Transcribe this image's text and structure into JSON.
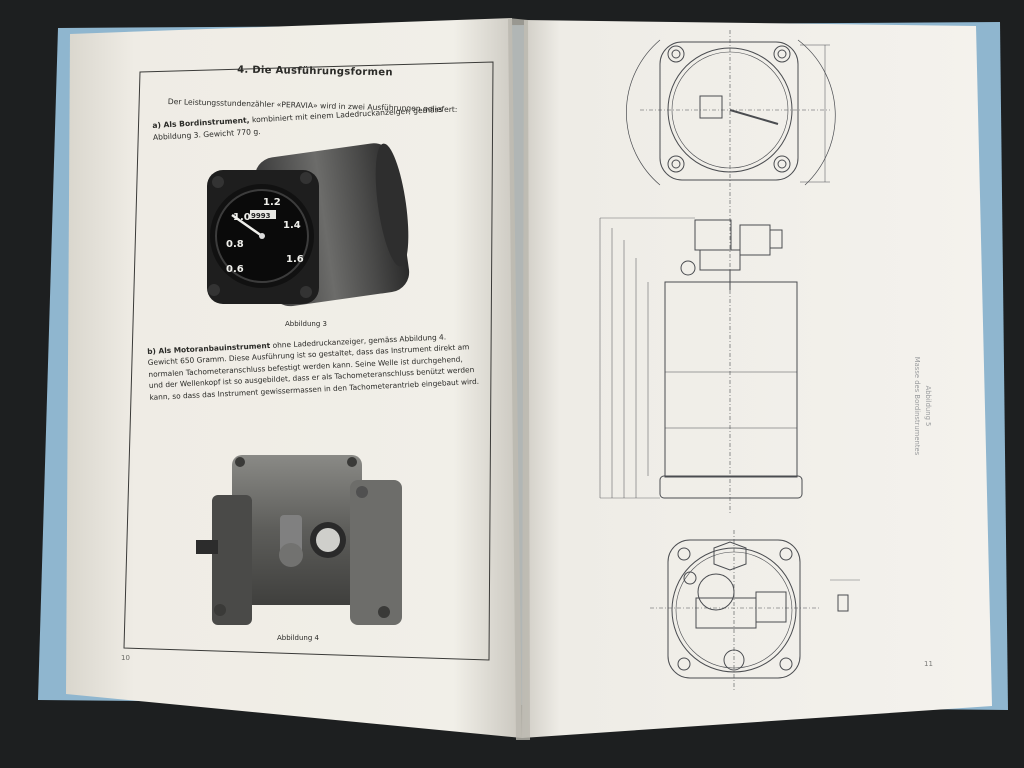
{
  "left_page": {
    "heading": "4. Die Ausführungsformen",
    "intro_text": "Der Leistungsstundenzähler «PERAVIA» wird in zwei Ausführungen geliefert:",
    "item_a_label": "a) Als Bordinstrument,",
    "item_a_text": "kombiniert mit einem Ladedruckanzeiger, gemäss Abbildung 3. Gewicht 770 g.",
    "figure3_caption": "Abbildung 3",
    "item_b_label": "b) Als Motoranbauinstrument",
    "item_b_text": "ohne Ladedruckanzeiger, gemäss Abbildung 4. Gewicht 650 Gramm. Diese Ausführung ist so gestaltet, dass das Instrument direkt am normalen Tachometeranschluss befestigt werden kann. Seine Welle ist durchgehend, und der Wellenkopf ist so ausgebildet, dass er als Tachometeranschluss benützt werden kann, so dass das Instrument gewissermassen in den Tachometerantrieb eingebaut wird.",
    "figure4_caption": "Abbildung 4",
    "page_number": "10"
  },
  "right_page": {
    "side_caption_title": "Abbildung 5",
    "side_caption_text": "Masse des Bordinstrumentes",
    "page_number": "11"
  },
  "gauge": {
    "dial_numbers": [
      "0.6",
      "0.8",
      "1.0",
      "1.2",
      "1.4",
      "1.6"
    ],
    "counter_digits": "9993"
  },
  "colors": {
    "background": "#1d1f20",
    "paper": "#f2f0e9",
    "cover_blue": "#8fb6cf",
    "ink": "#2b2b28",
    "drawing_line": "#4a4c50"
  }
}
